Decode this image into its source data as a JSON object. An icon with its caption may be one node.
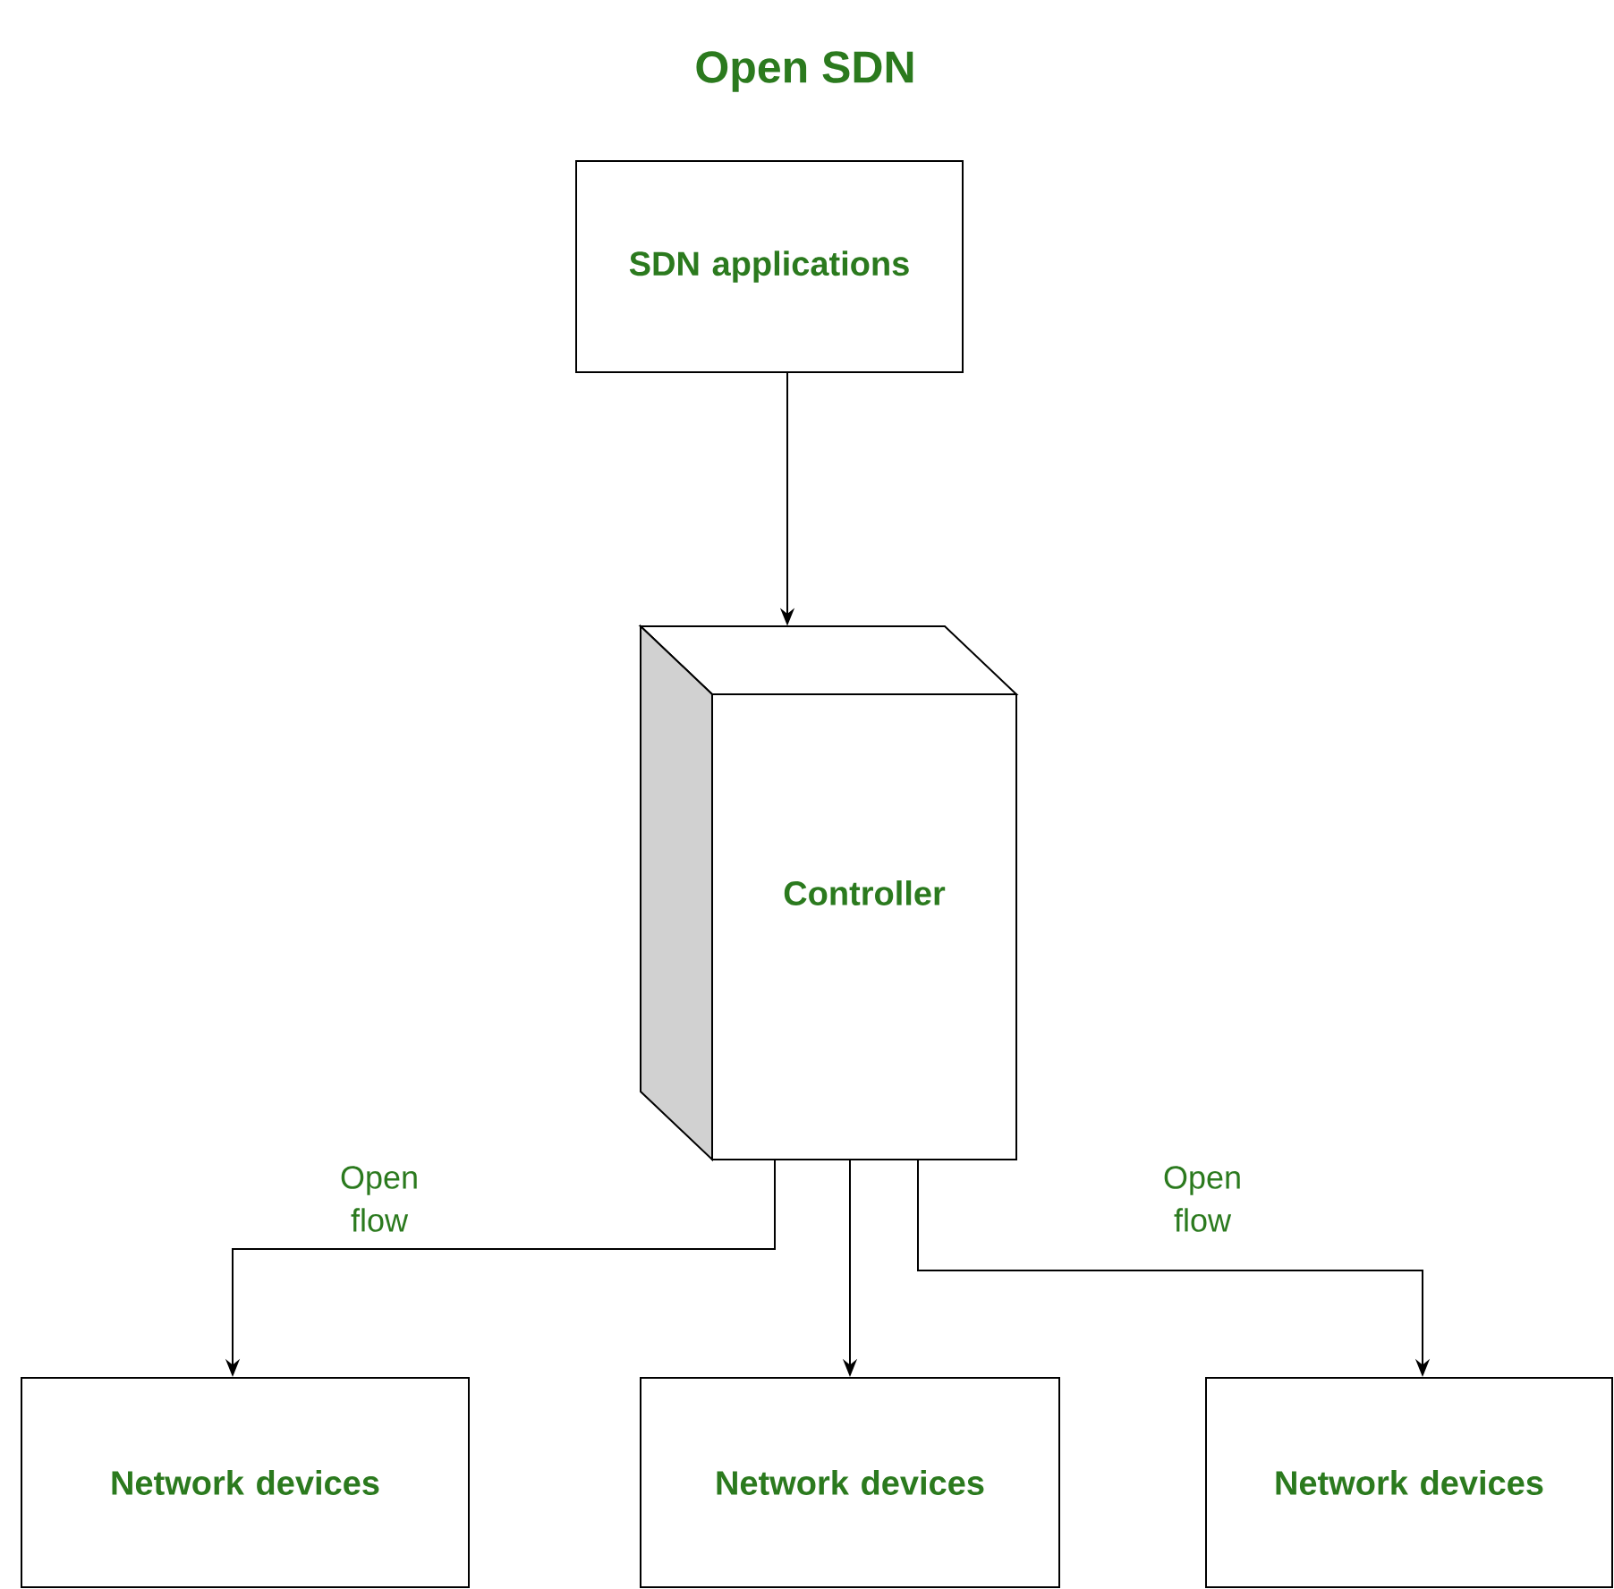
{
  "diagram": {
    "title": "Open SDN",
    "nodes": [
      {
        "text": [
          "SDN applications"
        ]
      },
      {
        "text": [
          "Controller"
        ]
      },
      {
        "text": [
          "Network devices"
        ]
      },
      {
        "text": [
          "Network devices"
        ]
      },
      {
        "text": [
          "Network devices"
        ]
      }
    ],
    "edges": [
      {
        "from": 0,
        "to": 1,
        "arrow": "to"
      },
      {
        "from": 1,
        "to": 2,
        "arrow": "to",
        "label": "Open flow"
      },
      {
        "from": 1,
        "to": 3,
        "arrow": "to"
      },
      {
        "from": 1,
        "to": 4,
        "arrow": "to",
        "label": "Open flow"
      }
    ]
  }
}
